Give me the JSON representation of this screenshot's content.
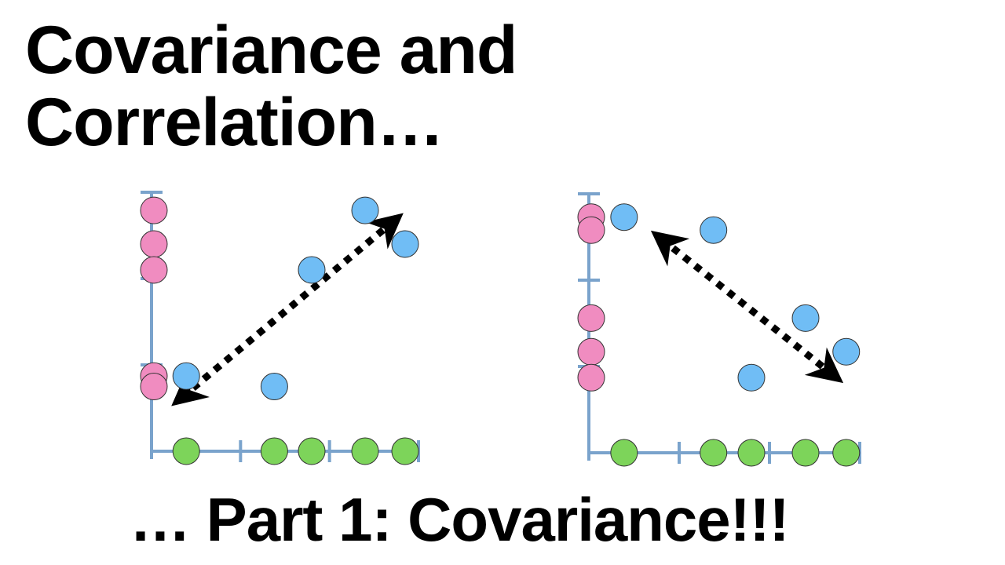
{
  "title": {
    "line1": "Covariance and",
    "line2": "Correlation…"
  },
  "subtitle": "… Part 1: Covariance!!!",
  "colors": {
    "axis": "#7aa3cc",
    "x_points": "#7dd45a",
    "y_points": "#f08cc0",
    "xy_points": "#70bdf5",
    "arrow": "#000000"
  },
  "chart_data": [
    {
      "type": "scatter",
      "title": "",
      "xlabel": "",
      "ylabel": "",
      "relationship": "positive trend",
      "xlim": [
        0,
        10
      ],
      "ylim": [
        0,
        10
      ],
      "grid": false,
      "x_marginal": [
        1.3,
        4.6,
        6.0,
        8.0,
        9.5
      ],
      "y_marginal": [
        9.3,
        8.0,
        7.0,
        2.9,
        2.5
      ],
      "points": [
        {
          "x": 1.3,
          "y": 2.9
        },
        {
          "x": 4.6,
          "y": 2.5
        },
        {
          "x": 6.0,
          "y": 7.0
        },
        {
          "x": 8.0,
          "y": 9.3
        },
        {
          "x": 9.5,
          "y": 8.0
        }
      ],
      "annotation": "dotted double-headed arrow pointing along positive diagonal"
    },
    {
      "type": "scatter",
      "title": "",
      "xlabel": "",
      "ylabel": "",
      "relationship": "negative trend",
      "xlim": [
        0,
        10
      ],
      "ylim": [
        0,
        10
      ],
      "grid": false,
      "x_marginal": [
        1.3,
        4.6,
        6.0,
        8.0,
        9.5
      ],
      "y_marginal": [
        9.1,
        8.6,
        5.2,
        3.9,
        2.9
      ],
      "points": [
        {
          "x": 1.3,
          "y": 9.1
        },
        {
          "x": 4.6,
          "y": 8.6
        },
        {
          "x": 6.0,
          "y": 2.9
        },
        {
          "x": 8.0,
          "y": 5.2
        },
        {
          "x": 9.5,
          "y": 3.9
        }
      ],
      "annotation": "dotted double-headed arrow pointing along negative diagonal"
    }
  ]
}
